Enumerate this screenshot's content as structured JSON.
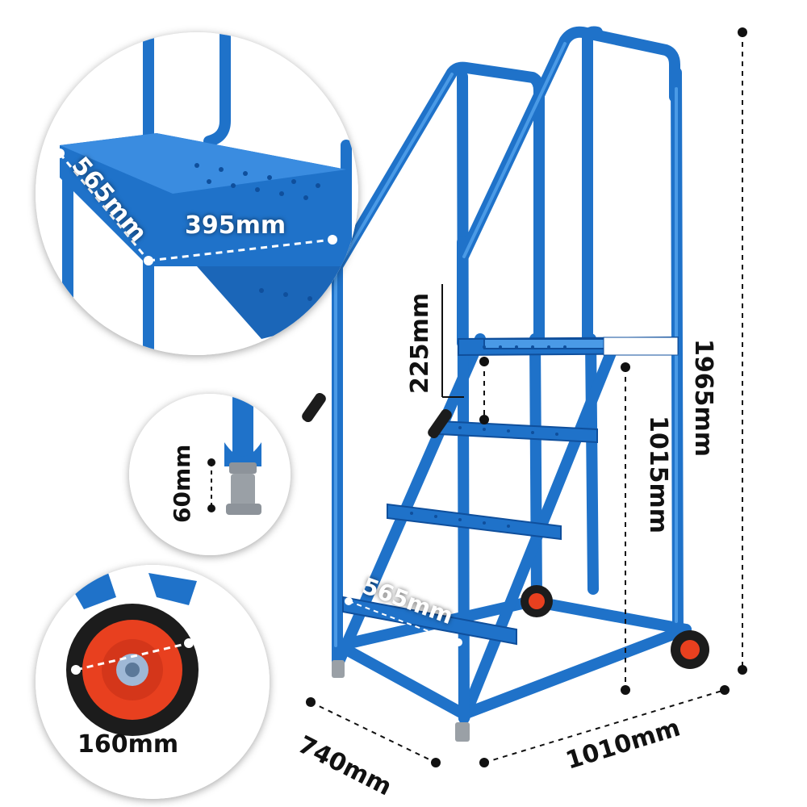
{
  "colors": {
    "frame_blue": "#1f72c9",
    "frame_dark": "#0f4f9c",
    "frame_light": "#4a9ae6",
    "wheel_red": "#e8401f",
    "tyre_black": "#1c1c1c",
    "foot_grey": "#9aa0a6",
    "dimension_ink": "#111111"
  },
  "dimensions": {
    "overall_height": "1965mm",
    "platform_height": "1015mm",
    "step_rise": "225mm",
    "tread_depth": "565mm",
    "base_width": "1010mm",
    "base_depth": "740mm"
  },
  "insets": {
    "platform": {
      "depth": "565mm",
      "width": "395mm"
    },
    "foot": {
      "height": "60mm"
    },
    "wheel": {
      "diameter": "160mm"
    }
  },
  "icons": {
    "product": "mobile-step-ladder-icon",
    "wheel": "castor-wheel-icon",
    "foot": "rubber-foot-icon"
  }
}
